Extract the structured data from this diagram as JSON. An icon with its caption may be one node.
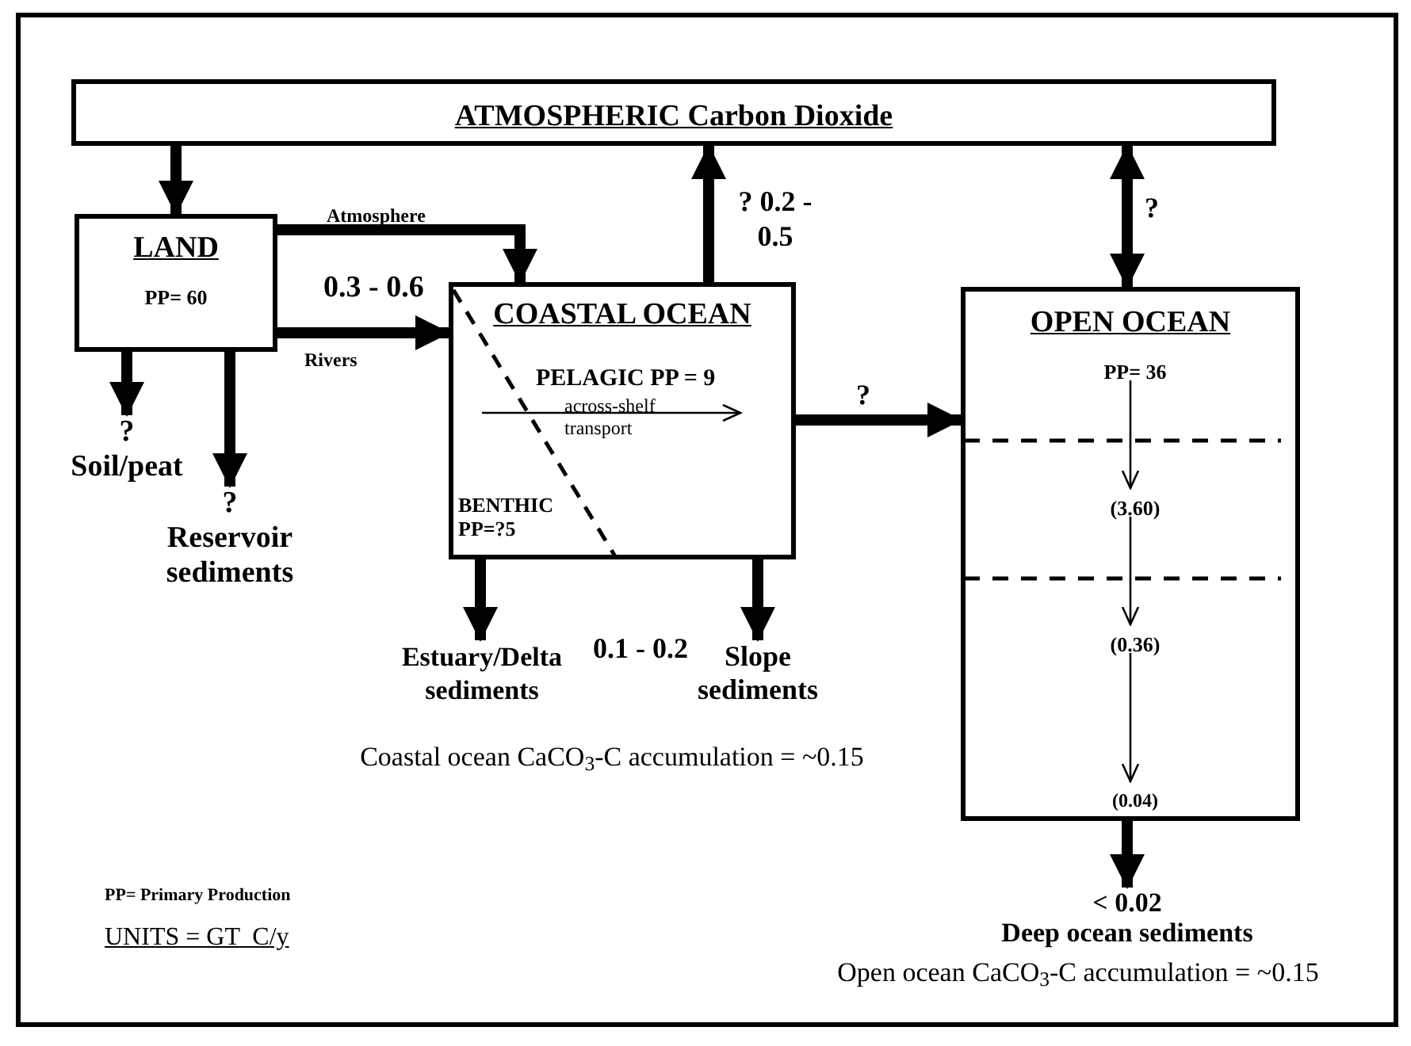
{
  "diagram": {
    "nodes": [
      {
        "text": [
          "ATMOSPHERIC Carbon Dioxide"
        ]
      },
      {
        "text": [
          "LAND",
          "PP= 60"
        ]
      },
      {
        "text": [
          "COASTAL OCEAN",
          "PELAGIC PP = 9",
          "across-shelf transport",
          "BENTHIC PP=?5"
        ]
      },
      {
        "text": [
          "OPEN OCEAN"
        ]
      },
      {
        "text": [
          "PP= 36"
        ],
        "in": 3
      },
      {
        "text": [
          "(3.60)"
        ],
        "in": 3
      },
      {
        "text": [
          "(0.36)"
        ],
        "in": 3
      },
      {
        "text": [
          "(0.04)"
        ],
        "in": 3
      },
      {
        "text": [
          "?",
          "Soil/peat"
        ]
      },
      {
        "text": [
          "?",
          "Reservoir sediments"
        ]
      },
      {
        "text": [
          "Estuary/Delta sediments"
        ]
      },
      {
        "text": [
          "Slope sediments"
        ]
      },
      {
        "text": [
          "< 0.02",
          "Deep ocean sediments"
        ]
      }
    ],
    "edges": [
      {
        "from": 0,
        "to": 1,
        "arrow": "to"
      },
      {
        "from": 1,
        "to": 2,
        "arrow": "to",
        "label": "Atmosphere"
      },
      {
        "from": 1,
        "to": 2,
        "arrow": "to",
        "label": "Rivers"
      },
      {
        "from": 2,
        "to": 0,
        "arrow": "to",
        "label": "? 0.2 - 0.5"
      },
      {
        "from": 0,
        "to": 3,
        "arrow": "both",
        "label": "?"
      },
      {
        "from": 2,
        "to": 3,
        "arrow": "to",
        "label": "?"
      },
      {
        "from": 1,
        "to": 8,
        "arrow": "to"
      },
      {
        "from": 1,
        "to": 9,
        "arrow": "to"
      },
      {
        "from": 2,
        "to": 10,
        "arrow": "to"
      },
      {
        "from": 2,
        "to": 11,
        "arrow": "to"
      },
      {
        "from": 4,
        "to": 5,
        "arrow": "to"
      },
      {
        "from": 5,
        "to": 6,
        "arrow": "to"
      },
      {
        "from": 6,
        "to": 7,
        "arrow": "to"
      },
      {
        "from": 3,
        "to": 12,
        "arrow": "to"
      }
    ],
    "labels": [
      "0.3 - 0.6",
      "0.1 - 0.2",
      "Coastal ocean CaCO$_{3}$-C accumulation = ~0.15",
      "PP= Primary Production",
      "UNITS = GT  C/y",
      "Open ocean CaCO$_{3}$-C accumulation = ~0.15"
    ]
  }
}
